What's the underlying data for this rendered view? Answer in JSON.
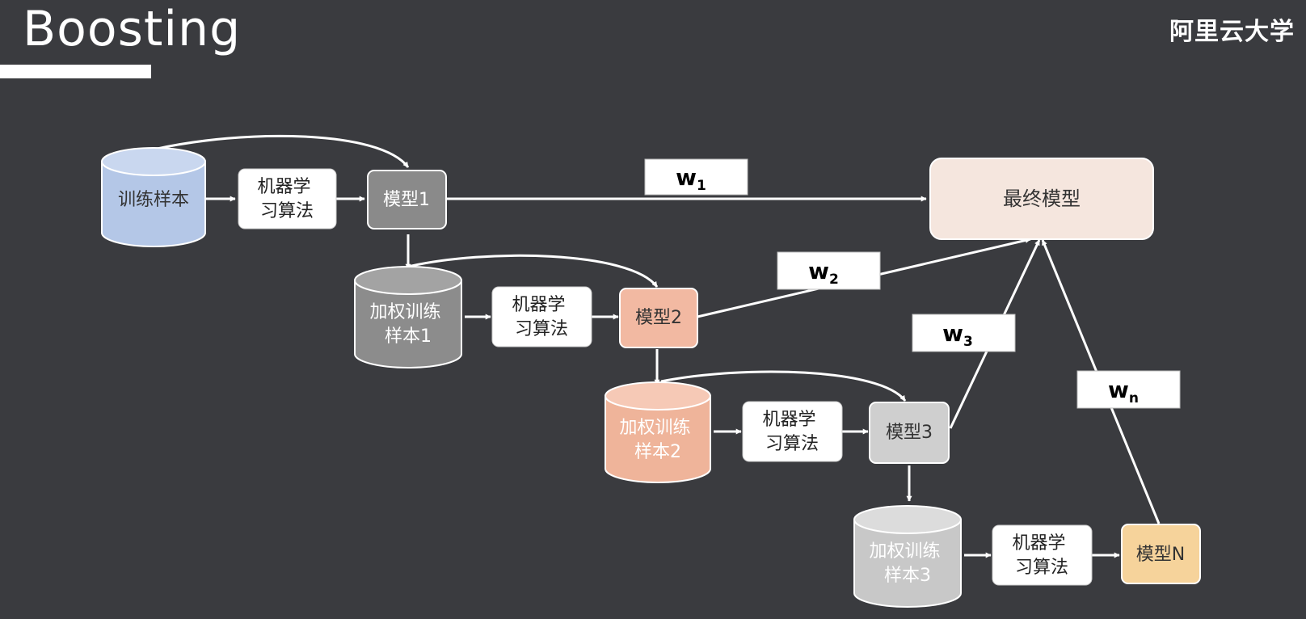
{
  "title": "Boosting",
  "brand": "阿里云大学",
  "colors": {
    "background": "#3a3b3f",
    "arrow": "#ffffff",
    "cylinder_blue": "#b4c7e7",
    "cylinder_dark": "#8c8c8c",
    "cylinder_salmon": "#f0b8a0",
    "cylinder_light": "#c8c8c8",
    "model1": "#8a8a8a",
    "model2": "#f2b9a2",
    "model3": "#cfcfcf",
    "modelN": "#f6d39b",
    "final": "#f5e6de"
  },
  "nodes": {
    "train_sample": "训练样本",
    "ml_algo": "机器学\n习算法",
    "model1": "模型1",
    "weighted1": "加权训练\n样本1",
    "model2": "模型2",
    "weighted2": "加权训练\n样本2",
    "model3": "模型3",
    "weighted3": "加权训练\n样本3",
    "modelN": "模型N",
    "final_model": "最终模型"
  },
  "weights": {
    "w1": {
      "base": "w",
      "sub": "1"
    },
    "w2": {
      "base": "w",
      "sub": "2"
    },
    "w3": {
      "base": "w",
      "sub": "3"
    },
    "wn": {
      "base": "w",
      "sub": "n"
    }
  }
}
